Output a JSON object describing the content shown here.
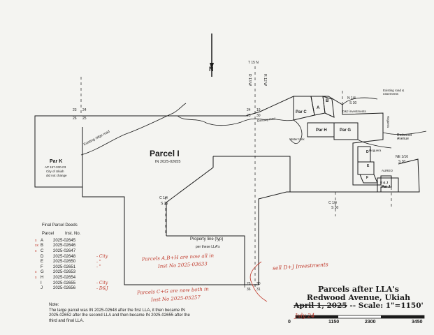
{
  "map": {
    "north_label": "N",
    "township": [
      "T 15 N",
      "R 12 W",
      "R 13 W"
    ],
    "section_corners": {
      "top_left": [
        "23",
        "24",
        "26",
        "25"
      ],
      "top_mid": [
        "24",
        "19",
        "25",
        "30"
      ],
      "bottom_mid": [
        "25",
        "30",
        "36",
        "31"
      ],
      "quarter_c": [
        "C 1/4",
        "S 25"
      ],
      "quarter_c2": [
        "C 1/4",
        "S 30"
      ],
      "quarter_n": [
        "N 1/4",
        "S 30"
      ],
      "quarter_ne": [
        "NE 1/16",
        "S 30"
      ]
    },
    "parcels": {
      "I": "Parcel I",
      "I_inst": "IN 2025-02655",
      "K": "Par K",
      "K_note": [
        "AP 157-030-03",
        "City of Ukiah",
        "did not change"
      ],
      "A": "A",
      "B": "B",
      "C": "Par C",
      "D": "D",
      "E": "E",
      "F": "F",
      "G": "Par G",
      "H": "Par H",
      "J": "Par J",
      "JE": "E & J"
    },
    "labels": {
      "ridge_road": "Existing ridge road",
      "existing_road": "Existing road",
      "road_easement": "Existing road & easements",
      "dj_investments": "D&J investments",
      "hoguera": "Hoguera",
      "hoguera2": "Hoguera",
      "redwood_avenue": "Redwood Avenue",
      "water_tank": "Water tank",
      "aureo": "AUREO",
      "property_line": "Property line (typ)",
      "per_llas": "per these LLA's"
    }
  },
  "handwritten": {
    "abh": "Parcels A,B+H are now all in",
    "abh_inst": "Inst No 2025-03633",
    "ceg": "Parcels C+G are now both in",
    "ceg_inst": "Inst No 2025-05257",
    "sell": "sell D+J Investments",
    "date": "July 24"
  },
  "deeds": {
    "title": "Final Parcel Deeds",
    "col_parcel": "Parcel",
    "col_inst": "Inst. No.",
    "rows": [
      {
        "parcel": "A",
        "inst": "2025-02645",
        "note": "",
        "mark": "x"
      },
      {
        "parcel": "B",
        "inst": "2025-02646",
        "note": "",
        "mark": "xx"
      },
      {
        "parcel": "C",
        "inst": "2025-02647",
        "note": "",
        "mark": "x"
      },
      {
        "parcel": "D",
        "inst": "2025-02648",
        "note": "- City",
        "mark": ""
      },
      {
        "parcel": "E",
        "inst": "2025-02650",
        "note": "- \"",
        "mark": ""
      },
      {
        "parcel": "F",
        "inst": "2025-02651",
        "note": "- \"",
        "mark": ""
      },
      {
        "parcel": "G",
        "inst": "2025-02653",
        "note": "",
        "mark": "x"
      },
      {
        "parcel": "H",
        "inst": "2025-02654",
        "note": "",
        "mark": "x"
      },
      {
        "parcel": "I",
        "inst": "2025-02655",
        "note": "- City",
        "mark": ""
      },
      {
        "parcel": "J",
        "inst": "2025-02656",
        "note": "- D&J",
        "mark": ""
      }
    ]
  },
  "note": {
    "heading": "Note:",
    "text": "The large parcel was IN 2025-02648 after the first LLA, it then became IN 2025-02652 after the second LLA and then became IN 2025-02655 after the third and final LLA."
  },
  "title": {
    "line1": "Parcels after LLA's",
    "line2": "Redwood Avenue, Ukiah",
    "date": "April 1, 2025",
    "scale": "-- Scale: 1\"=1150'"
  },
  "scale_bar": [
    "0",
    "1150",
    "2300",
    "3450"
  ]
}
